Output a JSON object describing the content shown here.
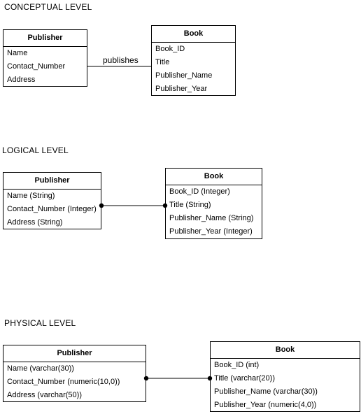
{
  "conceptual": {
    "heading": "CONCEPTUAL LEVEL",
    "relationship": "publishes",
    "publisher": {
      "title": "Publisher",
      "attrs": [
        "Name",
        "Contact_Number",
        "Address"
      ]
    },
    "book": {
      "title": "Book",
      "attrs": [
        "Book_ID",
        "Title",
        "Publisher_Name",
        "Publisher_Year"
      ]
    }
  },
  "logical": {
    "heading": "LOGICAL LEVEL",
    "publisher": {
      "title": "Publisher",
      "attrs": [
        "Name (String)",
        "Contact_Number (Integer)",
        "Address (String)"
      ]
    },
    "book": {
      "title": "Book",
      "attrs": [
        "Book_ID (Integer)",
        "Title (String)",
        "Publisher_Name (String)",
        "Publisher_Year (Integer)"
      ]
    }
  },
  "physical": {
    "heading": "PHYSICAL LEVEL",
    "publisher": {
      "title": "Publisher",
      "attrs": [
        "Name (varchar(30))",
        "Contact_Number (numeric(10,0))",
        "Address (varchar(50))"
      ]
    },
    "book": {
      "title": "Book",
      "attrs": [
        "Book_ID (int)",
        "Title (varchar(20))",
        "Publisher_Name (varchar(30))",
        "Publisher_Year (numeric(4,0))"
      ]
    }
  }
}
